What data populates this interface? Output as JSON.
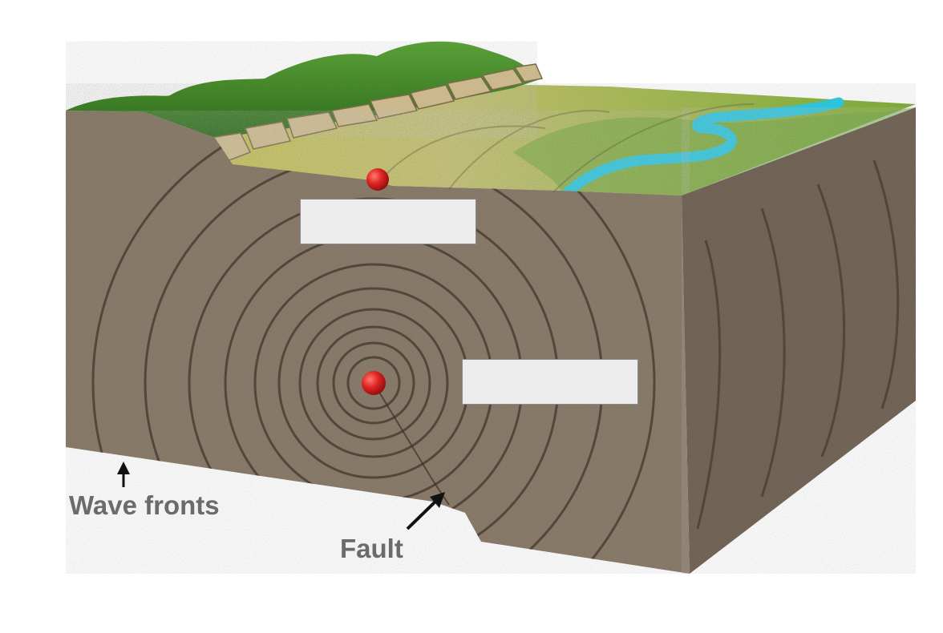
{
  "diagram": {
    "labels": {
      "wave_fronts": "Wave fronts",
      "fault": "Fault"
    },
    "blank_labels": [
      "epicenter-label-box",
      "focus-label-box"
    ],
    "colors": {
      "rock_front": "#8b7d6b",
      "rock_side": "#74675a",
      "grass_light": "#a9b94a",
      "grass_dark": "#5e9a2f",
      "hill": "#4f8f2a",
      "river": "#33c6dd",
      "wave_ring": "#4e4238",
      "marker": "#d62020",
      "caption_text": "#6b6b6b"
    }
  }
}
